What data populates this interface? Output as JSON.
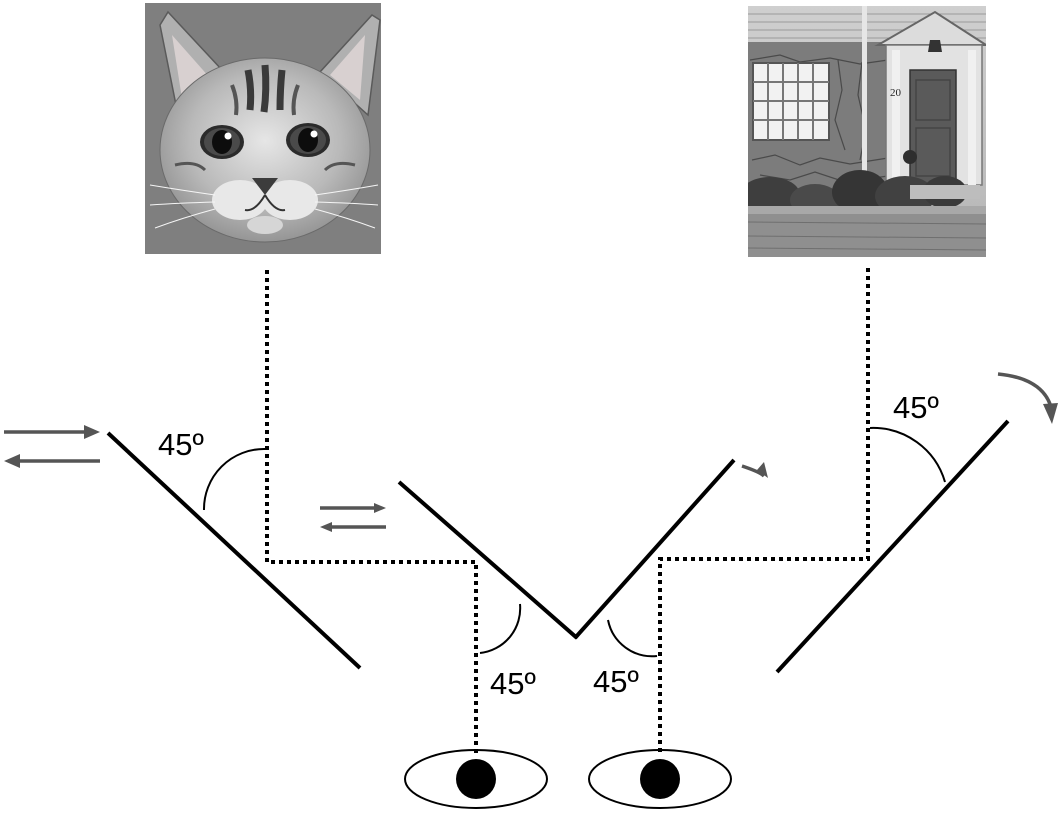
{
  "figure": {
    "angle_labels": [
      "45º",
      "45º",
      "45º",
      "45º"
    ],
    "stimuli": [
      {
        "id": "left-stimulus",
        "subject": "cat-face",
        "tone": "grayscale"
      },
      {
        "id": "right-stimulus",
        "subject": "house-front",
        "tone": "grayscale",
        "house_number": "20"
      }
    ],
    "colors": {
      "lines": "#000000",
      "arrows": "#555555",
      "background": "#ffffff"
    }
  }
}
